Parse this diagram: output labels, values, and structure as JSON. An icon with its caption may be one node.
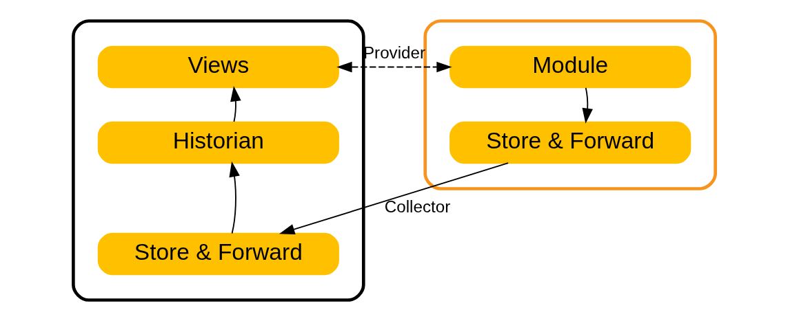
{
  "diagram": {
    "nodes": [
      {
        "text": [],
        "shape": "box"
      },
      {
        "text": [
          "Views"
        ],
        "in": 0
      },
      {
        "text": [
          "Historian"
        ],
        "in": 0
      },
      {
        "text": [
          "Store & Forward"
        ],
        "in": 0
      },
      {
        "text": [],
        "shape": "box"
      },
      {
        "text": [
          "Module"
        ],
        "in": 4
      },
      {
        "text": [
          "Store & Forward"
        ],
        "in": 4
      }
    ],
    "edges": [
      {
        "from": 2,
        "to": 1,
        "arrow": "to"
      },
      {
        "from": 3,
        "to": 2,
        "arrow": "to"
      },
      {
        "from": 1,
        "to": 5,
        "arrow": "both",
        "style": "dashed",
        "label": "Provider"
      },
      {
        "from": 5,
        "to": 6,
        "arrow": "to"
      },
      {
        "from": 6,
        "to": 3,
        "arrow": "to",
        "label": "Collector"
      }
    ]
  }
}
